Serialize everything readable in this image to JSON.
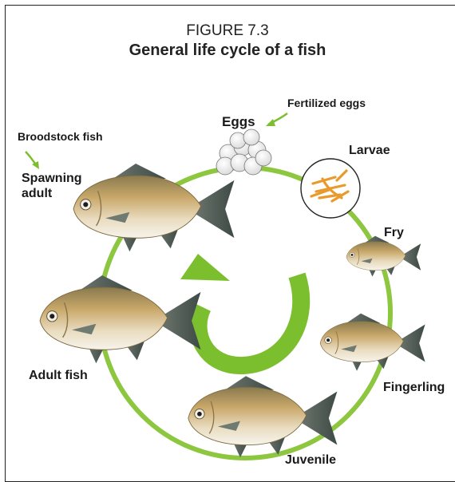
{
  "figure": {
    "number": "FIGURE 7.3",
    "title": "General life cycle of a fish"
  },
  "stages": {
    "fertilized_eggs": "Fertilized eggs",
    "eggs": "Eggs",
    "broodstock": "Broodstock fish",
    "larvae": "Larvae",
    "spawning_adult": "Spawning\nadult",
    "fry": "Fry",
    "adult_fish": "Adult fish",
    "fingerling": "Fingerling",
    "juvenile": "Juvenile"
  },
  "colors": {
    "cycle_ring": "#8dc63f",
    "center_arrow": "#7cbf2e",
    "fish_body": "#c9a86a",
    "fish_belly": "#f2eee2",
    "fish_fin": "#4d5a55",
    "larvae": "#e89a2c"
  }
}
